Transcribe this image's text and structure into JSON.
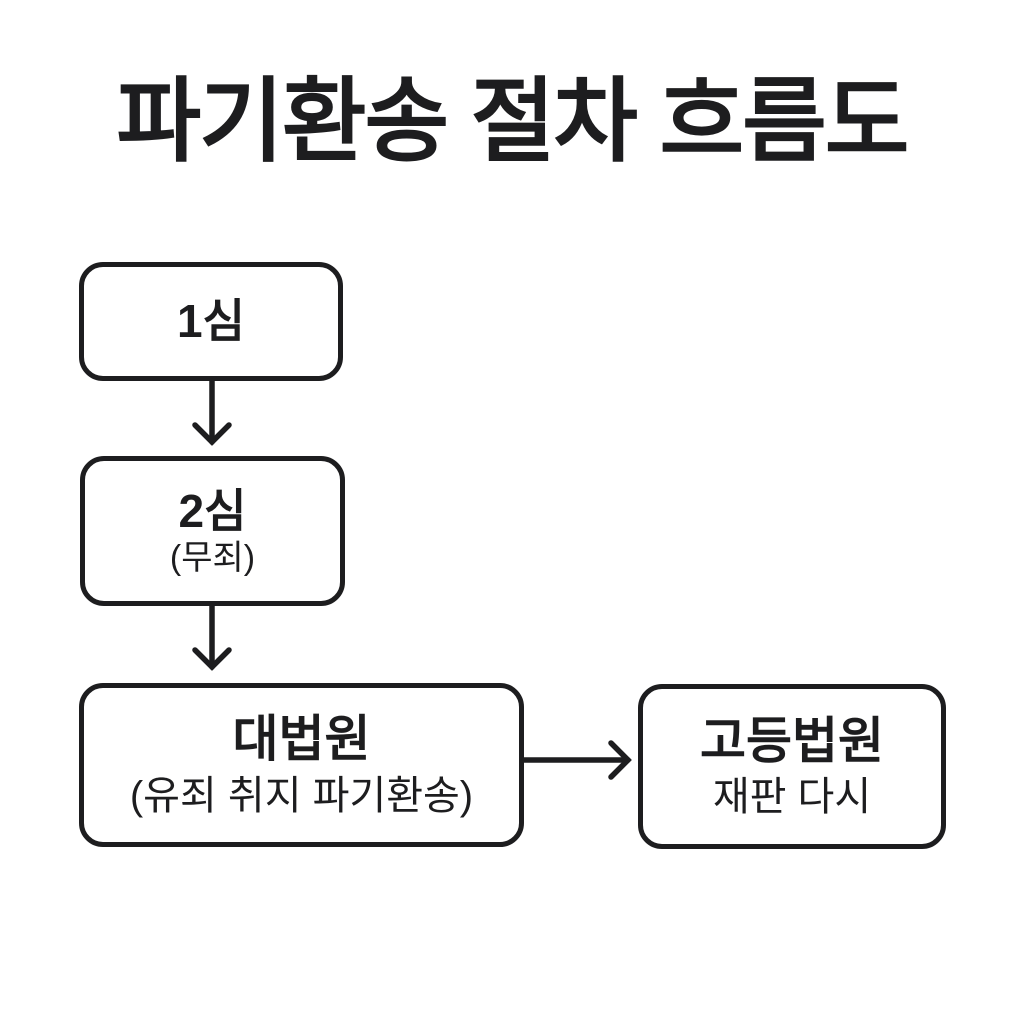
{
  "title": "파기환송 절차 흐름도",
  "colors": {
    "background": "#ffffff",
    "ink": "#1d1d1f",
    "node_fill": "#ffffff",
    "node_border": "#1d1d1f"
  },
  "flowchart": {
    "nodes": [
      {
        "id": "first-trial",
        "label": "1심",
        "sublabel": ""
      },
      {
        "id": "second-trial",
        "label": "2심",
        "sublabel": "(무죄)"
      },
      {
        "id": "supreme-court",
        "label": "대법원",
        "sublabel": "(유죄 취지 파기환송)"
      },
      {
        "id": "high-court",
        "label": "고등법원",
        "sublabel": "재판 다시"
      }
    ],
    "edges": [
      {
        "from": "first-trial",
        "to": "second-trial",
        "direction": "down"
      },
      {
        "from": "second-trial",
        "to": "supreme-court",
        "direction": "down"
      },
      {
        "from": "supreme-court",
        "to": "high-court",
        "direction": "right"
      }
    ]
  }
}
